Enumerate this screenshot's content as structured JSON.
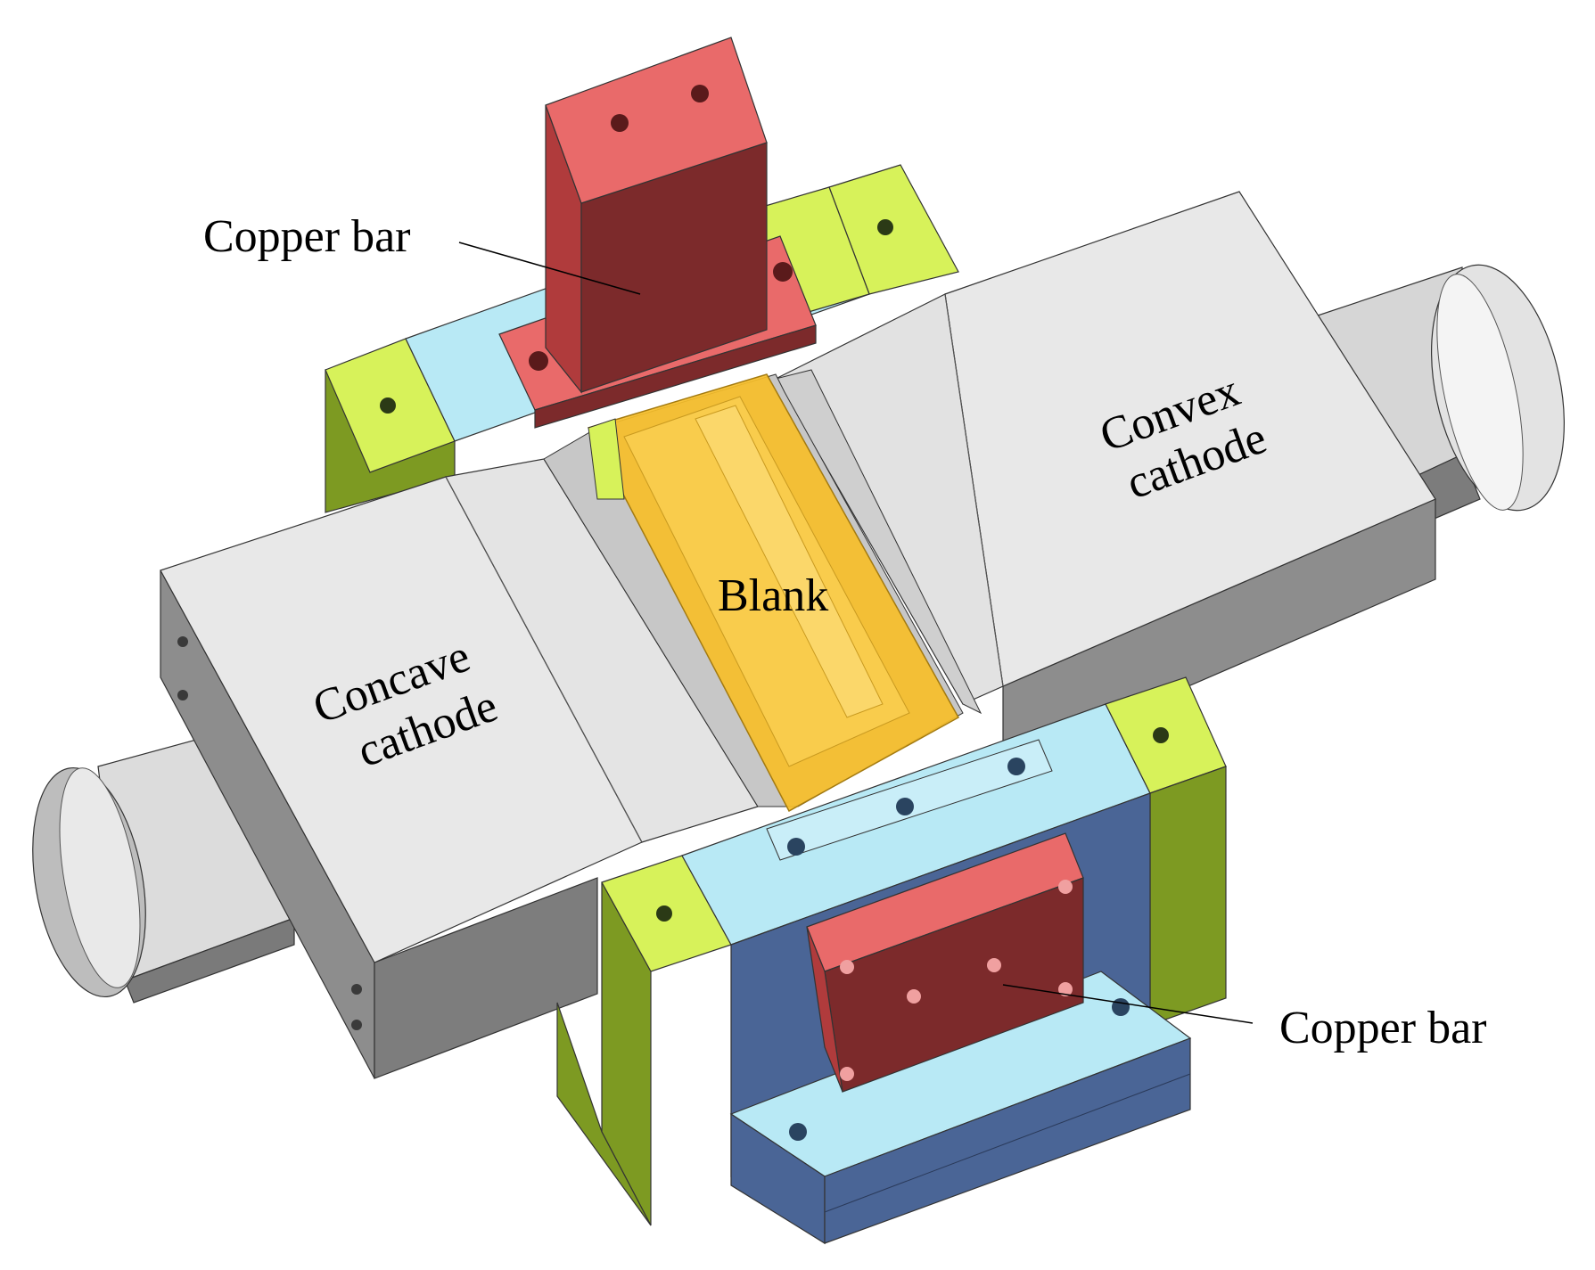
{
  "labels": {
    "copper_bar_top": "Copper bar",
    "copper_bar_bottom": "Copper bar",
    "convex_cathode_line1": "Convex",
    "convex_cathode_line2": "cathode",
    "concave_cathode_line1": "Concave",
    "concave_cathode_line2": "cathode",
    "blank": "Blank"
  },
  "colors": {
    "copper_bar": "#e96a6a",
    "copper_bar_dark": "#7c2a2b",
    "clamp_green": "#d7f25a",
    "clamp_green_dark": "#7d9a22",
    "clamp_cyan": "#b8e9f5",
    "clamp_blue": "#4a6596",
    "cathode_light": "#e8e8e8",
    "cathode_dark": "#8d8d8d",
    "blank_yellow": "#f6be29"
  }
}
